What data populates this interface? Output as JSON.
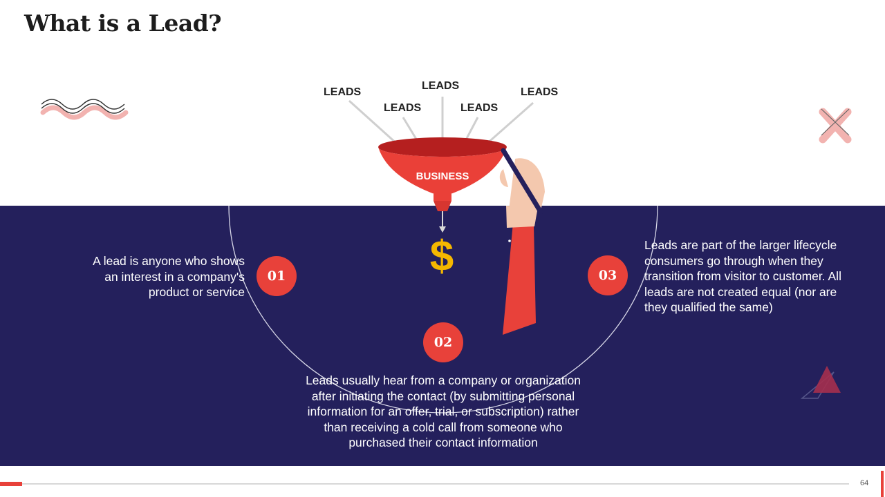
{
  "slide": {
    "title": "What is a Lead?",
    "page_number": "64"
  },
  "funnel": {
    "leads": [
      "LEADS",
      "LEADS",
      "LEADS",
      "LEADS",
      "LEADS"
    ],
    "label": "BUSINESS",
    "output_symbol": "$"
  },
  "points": [
    {
      "number": "01",
      "lines": [
        "A lead is anyone who shows",
        "an interest in a company's",
        "product or service"
      ]
    },
    {
      "number": "02",
      "lines": [
        "Leads usually hear from a company or organization",
        "after initiating the contact (by submitting personal",
        "information for an offer, trial, or subscription) rather",
        "than receiving a cold call from someone who",
        "purchased their contact information"
      ]
    },
    {
      "number": "03",
      "lines": [
        "Leads are part of the larger lifecycle",
        "consumers go through when they",
        "transition from visitor to customer. All",
        "leads are not created equal (nor are",
        "they qualified the same)"
      ]
    }
  ],
  "colors": {
    "accent_red": "#e8413a",
    "navy": "#24205c",
    "dollar_gold": "#f5b700",
    "decor_pink": "#f2b3b0"
  },
  "icons": [
    "wave-decor-icon",
    "cross-decor-icon",
    "triangle-decor-icon",
    "funnel-icon",
    "pen-icon",
    "hand-icon"
  ]
}
